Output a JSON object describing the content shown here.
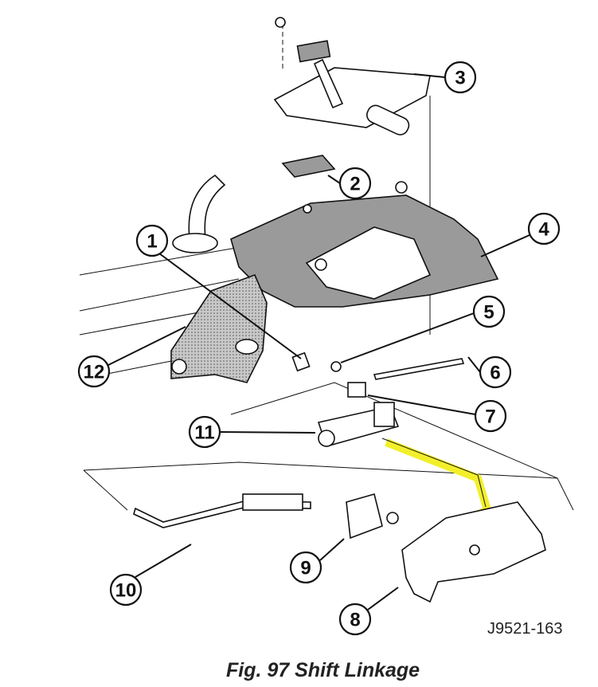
{
  "figure": {
    "caption": "Fig. 97 Shift Linkage",
    "figure_id": "J9521-163",
    "callouts": [
      "1",
      "2",
      "3",
      "4",
      "5",
      "6",
      "7",
      "8",
      "9",
      "10",
      "11",
      "12"
    ],
    "highlight_color": "#f2ef2a"
  }
}
